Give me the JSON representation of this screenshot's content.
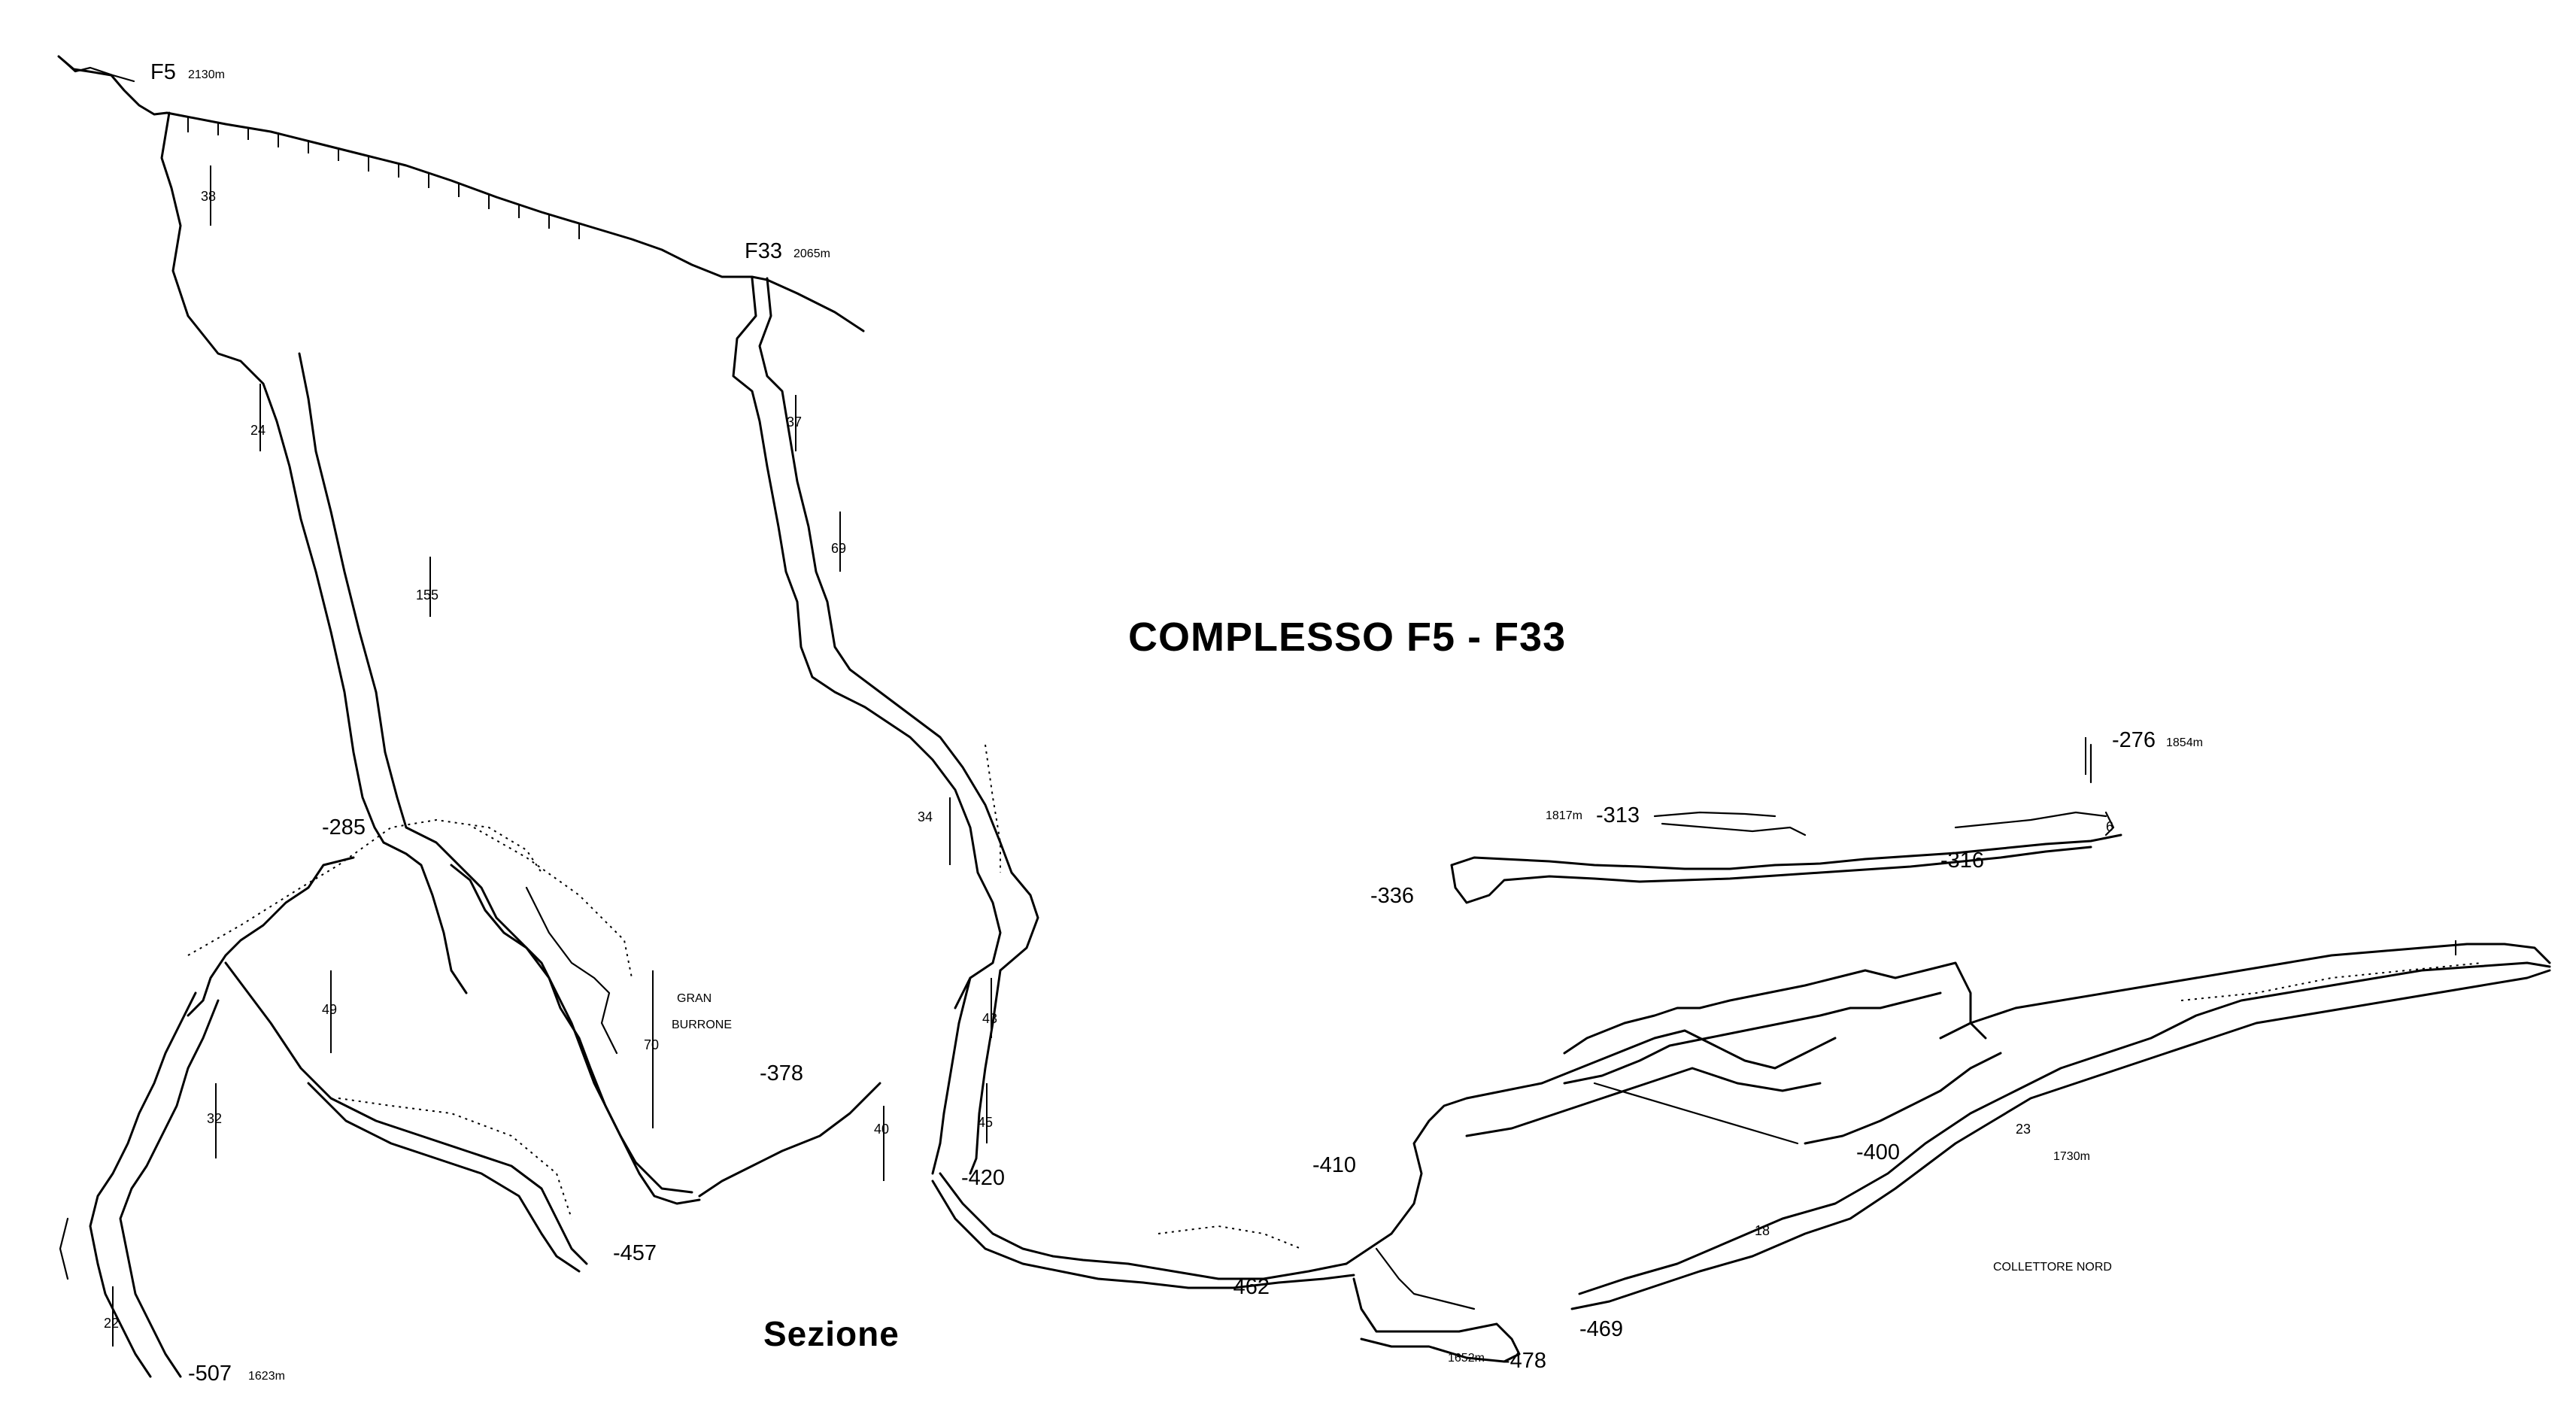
{
  "title": "COMPLESSO F5 - F33",
  "subtitle": "Sezione",
  "entrances": {
    "f5": {
      "name": "F5",
      "altitude": "2130m"
    },
    "f33": {
      "name": "F33",
      "altitude": "2065m"
    }
  },
  "depths": {
    "d285": "-285",
    "d276": "-276",
    "d276_alt": "1854m",
    "d313": "-313",
    "d313_alt": "1817m",
    "d316": "-316",
    "d336": "-336",
    "d378": "-378",
    "d400": "-400",
    "d410": "-410",
    "d420": "-420",
    "d457": "-457",
    "d462": "-462",
    "d469": "-469",
    "d478": "-478",
    "d478_alt": "1652m",
    "d507": "-507",
    "d507_alt": "1623m",
    "alt1730": "1730m"
  },
  "areas": {
    "gran": "GRAN",
    "burrone": "BURRONE",
    "collettore": "COLLETTORE NORD"
  },
  "pitches": [
    "38",
    "24",
    "155",
    "37",
    "69",
    "34",
    "43",
    "45",
    "40",
    "49",
    "70",
    "32",
    "22",
    "23",
    "6",
    "18"
  ]
}
